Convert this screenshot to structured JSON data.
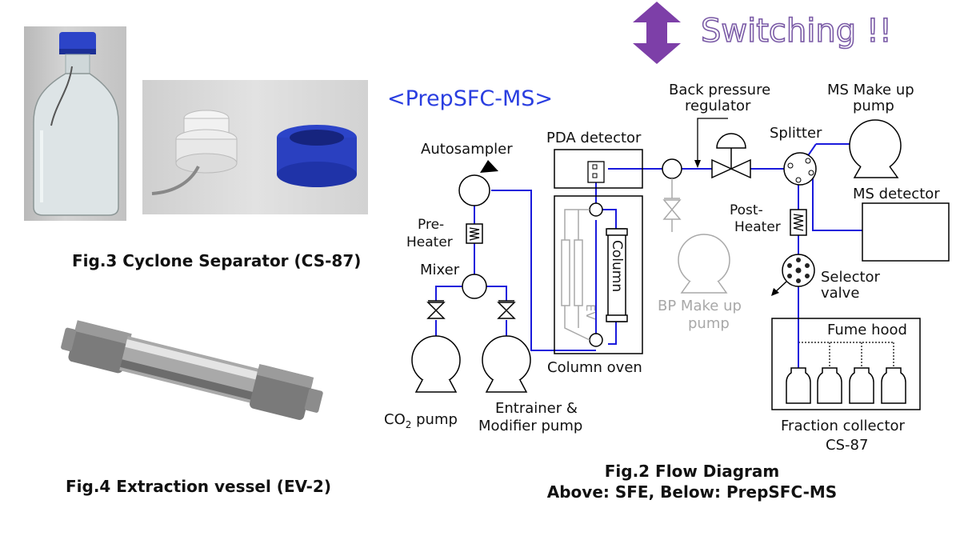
{
  "switch": {
    "label": "Switching !!"
  },
  "figures": {
    "fig3": "Fig.3 Cyclone Separator (CS-87)",
    "fig4": "Fig.4 Extraction vessel (EV-2)",
    "fig2_line1": "Fig.2 Flow Diagram",
    "fig2_line2": "Above: SFE, Below: PrepSFC-MS"
  },
  "diagram": {
    "title": "<PrepSFC-MS>",
    "labels": {
      "autosampler": "Autosampler",
      "pda": "PDA detector",
      "bpr1": "Back pressure",
      "bpr2": "regulator",
      "ms_pump1": "MS Make up",
      "ms_pump2": "pump",
      "splitter": "Splitter",
      "ms_detector": "MS detector",
      "preheater1": "Pre-",
      "preheater2": "Heater",
      "postheater1": "Post-",
      "postheater2": "Heater",
      "mixer": "Mixer",
      "column": "Column",
      "ev": "EV",
      "bp_pump1": "BP Make up",
      "bp_pump2": "pump",
      "selector1": "Selector",
      "selector2": "valve",
      "fume_hood": "Fume hood",
      "column_oven": "Column oven",
      "co2_main": "CO",
      "co2_sub": "2",
      "co2_tail": " pump",
      "entrainer1": "Entrainer &",
      "entrainer2": "Modifier pump",
      "fraction1": "Fraction collector",
      "fraction2": "CS-87"
    }
  },
  "colors": {
    "flow_line": "#1a1adc",
    "title": "#2a3ee0",
    "switch_text": "#7a5aa6",
    "arrow": "#7d3fa8",
    "inactive": "#a8a8a8"
  }
}
